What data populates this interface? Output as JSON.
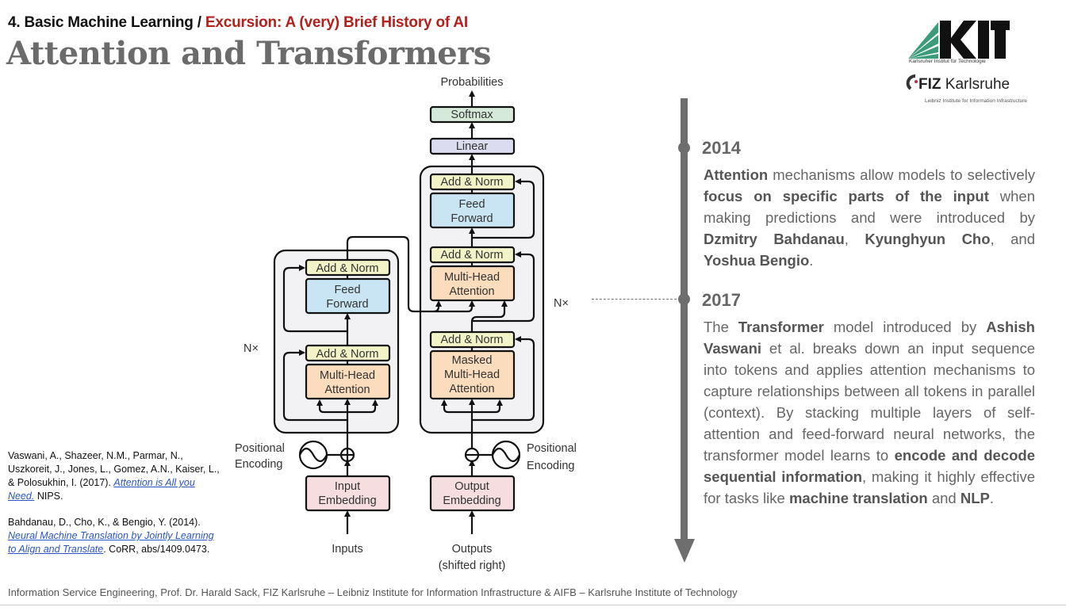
{
  "header": {
    "breadcrumb_section": "4. Basic Machine Learning / ",
    "breadcrumb_topic": "Excursion: A (very) Brief History of AI",
    "title": "Attention and Transformers"
  },
  "logos": {
    "kit": {
      "text": "KIT",
      "subtitle": "Karlsruher Institut für Technologie",
      "accent": "#3b9b7a"
    },
    "fiz": {
      "bold": "FIZ",
      "name": " Karlsruhe",
      "subtitle": "Leibniz Institute for Information Infrastructure",
      "dot_color": "#c0264a"
    }
  },
  "references": [
    {
      "pre": "Vaswani, A., Shazeer, N.M., Parmar, N., Uszkoreit, J., Jones, L., Gomez, A.N., Kaiser, L., & Polosukhin, I. (2017). ",
      "link": "Attention is All you Need.",
      "post": " NIPS."
    },
    {
      "pre": "Bahdanau, D., Cho, K., & Bengio, Y. (2014). ",
      "link": "Neural Machine Translation by Jointly Learning to Align and Translate",
      "post": ". CoRR, abs/1409.0473."
    }
  ],
  "diagram": {
    "probabilities": "Probabilities",
    "softmax": "Softmax",
    "linear": "Linear",
    "add_norm": "Add & Norm",
    "feed": "Feed",
    "forward": "Forward",
    "multi_head": "Multi-Head",
    "attention": "Attention",
    "masked": "Masked",
    "nx": "N×",
    "positional": "Positional",
    "encoding": "Encoding",
    "input": "Input",
    "output": "Output",
    "embedding": "Embedding",
    "inputs": "Inputs",
    "outputs": "Outputs",
    "shifted_right": "(shifted right)",
    "colors": {
      "softmax": "#d5ead9",
      "linear": "#dcdcf0",
      "add_norm": "#f2f3c7",
      "feed_forward": "#c9e5f3",
      "attention": "#fbdcbc",
      "embedding": "#f6dde0",
      "block_bg": "#f2f2f4"
    }
  },
  "timeline": {
    "events": [
      {
        "year": "2014",
        "segments": [
          {
            "t": "Attention",
            "b": true
          },
          {
            "t": " mechanisms allow models to selectively ",
            "b": false
          },
          {
            "t": "focus on specific parts of the input",
            "b": true
          },
          {
            "t": " when making predictions and were introduced by ",
            "b": false
          },
          {
            "t": "Dzmitry Bahdanau",
            "b": true
          },
          {
            "t": ", ",
            "b": false
          },
          {
            "t": "Kyunghyun Cho",
            "b": true
          },
          {
            "t": ", and ",
            "b": false
          },
          {
            "t": "Yoshua Bengio",
            "b": true
          },
          {
            "t": ".",
            "b": false
          }
        ]
      },
      {
        "year": "2017",
        "segments": [
          {
            "t": "The ",
            "b": false
          },
          {
            "t": "Transformer",
            "b": true
          },
          {
            "t": " model  introduced by ",
            "b": false
          },
          {
            "t": "Ashish Vaswani",
            "b": true
          },
          {
            "t": " et al. breaks down an input sequence into tokens and applies attention mechanisms to capture relationships between all tokens in parallel (context). By stacking multiple layers of self-attention and feed-forward neural networks, the transformer model learns to ",
            "b": false
          },
          {
            "t": "encode and decode sequential information",
            "b": true
          },
          {
            "t": ", making it highly effective for tasks like ",
            "b": false
          },
          {
            "t": "machine translation",
            "b": true
          },
          {
            "t": " and ",
            "b": false
          },
          {
            "t": "NLP",
            "b": true
          },
          {
            "t": ".",
            "b": false
          }
        ]
      }
    ]
  },
  "footer": {
    "text": "Information Service Engineering, Prof. Dr. Harald Sack, FIZ Karlsruhe – Leibniz Institute for Information Infrastructure & AIFB – Karlsruhe Institute of Technology"
  }
}
